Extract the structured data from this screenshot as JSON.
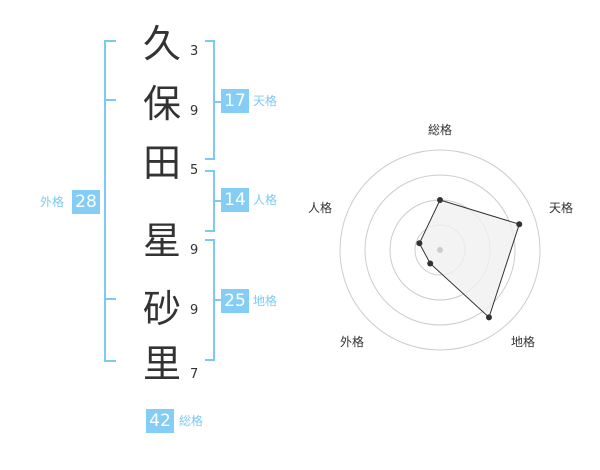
{
  "name": {
    "characters": [
      {
        "char": "久",
        "strokes": "3"
      },
      {
        "char": "保",
        "strokes": "9"
      },
      {
        "char": "田",
        "strokes": "5"
      },
      {
        "char": "星",
        "strokes": "9"
      },
      {
        "char": "砂",
        "strokes": "9"
      },
      {
        "char": "里",
        "strokes": "7"
      }
    ]
  },
  "scores": {
    "tenkaku": {
      "value": "17",
      "label": "天格"
    },
    "jinkaku": {
      "value": "14",
      "label": "人格"
    },
    "chikaku": {
      "value": "25",
      "label": "地格"
    },
    "gaikaku": {
      "value": "28",
      "label": "外格"
    },
    "soukaku": {
      "value": "42",
      "label": "総格"
    }
  },
  "colors": {
    "accent": "#84cdf4",
    "bracket": "#7cc9f3",
    "text": "#333333",
    "radar_fill": "#f0f0f0",
    "radar_grid": "#cccccc"
  },
  "chart_data": {
    "type": "radar",
    "axes": [
      "総格",
      "天格",
      "地格",
      "外格",
      "人格"
    ],
    "values": [
      3,
      5,
      5,
      1,
      1.3
    ],
    "rmax": 6,
    "rings": 4
  }
}
